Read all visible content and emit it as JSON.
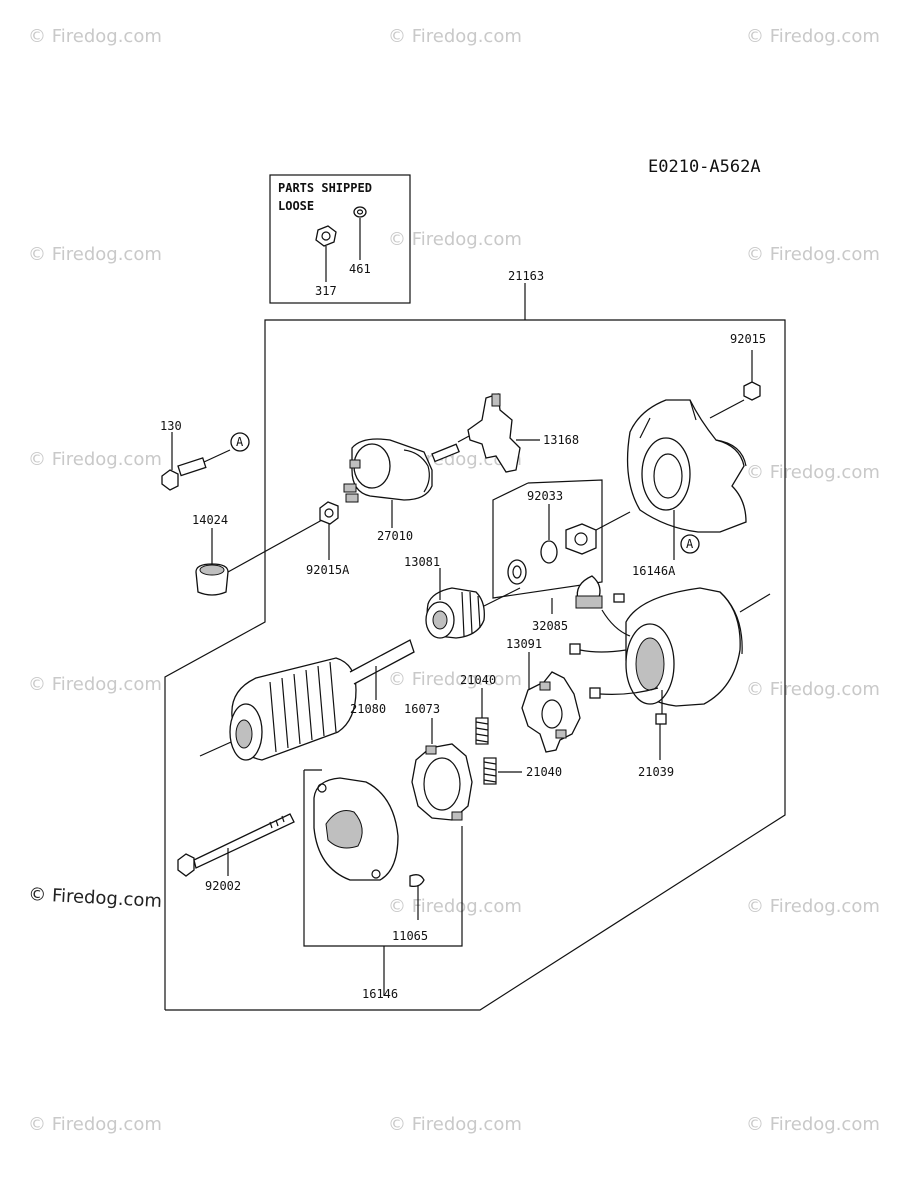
{
  "diagram_code": "E0210-A562A",
  "loose_box": {
    "line1": "PARTS SHIPPED",
    "line2": "LOOSE"
  },
  "callout_marker": "A",
  "parts": {
    "p317": "317",
    "p461": "461",
    "p21163": "21163",
    "p92015": "92015",
    "p130": "130",
    "p13168": "13168",
    "p14024": "14024",
    "p27010": "27010",
    "p92033": "92033",
    "p92015A": "92015A",
    "p13081": "13081",
    "p16146A": "16146A",
    "p32085": "32085",
    "p13091": "13091",
    "p21040a": "21040",
    "p16073": "16073",
    "p21080": "21080",
    "p21040b": "21040",
    "p21039": "21039",
    "p92002": "92002",
    "p11065": "11065",
    "p16146": "16146"
  },
  "watermark": "© Firedog.com"
}
